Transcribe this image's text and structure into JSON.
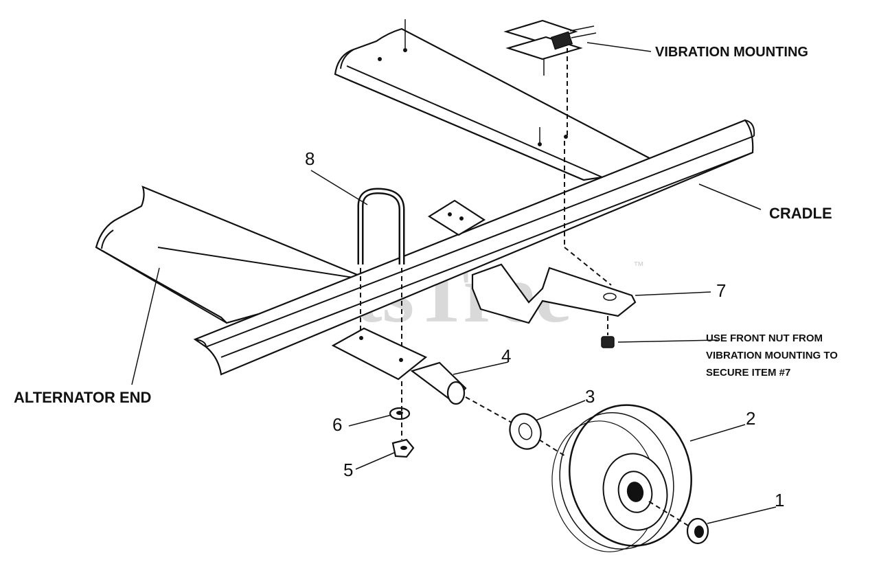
{
  "watermark": {
    "text": "PartsTree",
    "trademark": "™"
  },
  "labels": {
    "vibration_mounting": "VIBRATION MOUNTING",
    "cradle": "CRADLE",
    "alternator_end": "ALTERNATOR END",
    "note_line1": "USE FRONT NUT FROM",
    "note_line2": "VIBRATION MOUNTING TO",
    "note_line3": "SECURE ITEM  #7"
  },
  "callouts": {
    "item1": "1",
    "item2": "2",
    "item3": "3",
    "item4": "4",
    "item5": "5",
    "item6": "6",
    "item7": "7",
    "item8": "8"
  }
}
